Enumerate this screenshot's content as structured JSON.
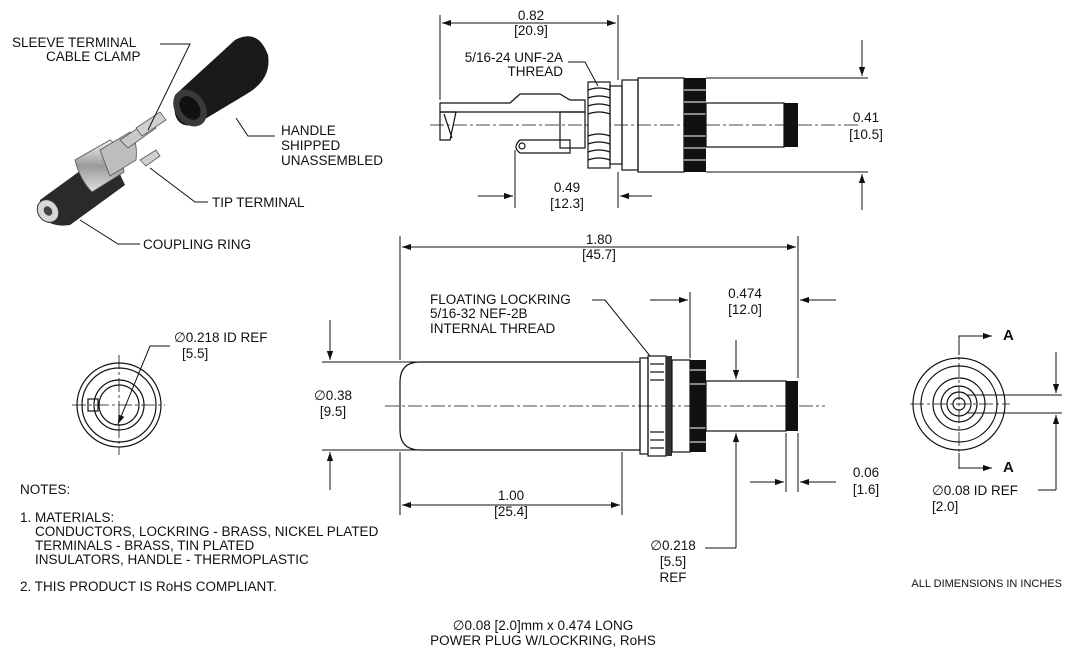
{
  "callouts": {
    "sleeve_terminal": "SLEEVE TERMINAL",
    "cable_clamp": "CABLE CLAMP",
    "handle": "HANDLE",
    "shipped": "SHIPPED",
    "unassembled": "UNASSEMBLED",
    "tip_terminal": "TIP TERMINAL",
    "coupling_ring": "COUPLING RING",
    "thread_1": "5/16-24 UNF-2A",
    "thread_2": "THREAD",
    "lockring_1": "FLOATING LOCKRING",
    "lockring_2": "5/16-32 NEF-2B",
    "lockring_3": "INTERNAL THREAD",
    "id_ref_label": "∅0.218 ID REF",
    "id_ref_mm": "[5.5]",
    "id_ref_small": "∅0.08 ID REF",
    "id_ref_small_mm": "[2.0]",
    "section_a_top": "A",
    "section_a_bottom": "A"
  },
  "dimensions": {
    "top_length_in": "0.82",
    "top_length_mm": "[20.9]",
    "top_dia_in": "0.41",
    "top_dia_mm": "[10.5]",
    "top_thread_len_in": "0.49",
    "top_thread_len_mm": "[12.3]",
    "overall_in": "1.80",
    "overall_mm": "[45.7]",
    "tip_len_in": "0.474",
    "tip_len_mm": "[12.0]",
    "body_dia_in": "∅0.38",
    "body_dia_mm": "[9.5]",
    "body_len_in": "1.00",
    "body_len_mm": "[25.4]",
    "tip_end_in": "0.06",
    "tip_end_mm": "[1.6]",
    "tip_dia_in": "∅0.218",
    "tip_dia_mm": "[5.5]",
    "tip_dia_ref": "REF"
  },
  "notes": {
    "heading": "NOTES:",
    "n1": "1. MATERIALS:",
    "n1a": "CONDUCTORS, LOCKRING - BRASS, NICKEL PLATED",
    "n1b": "TERMINALS - BRASS, TIN PLATED",
    "n1c": "INSULATORS, HANDLE - THERMOPLASTIC",
    "n2": "2. THIS PRODUCT IS RoHS COMPLIANT."
  },
  "units_note": "ALL DIMENSIONS IN INCHES",
  "title": {
    "line1": "∅0.08 [2.0]mm x 0.474 LONG",
    "line2": "POWER PLUG W/LOCKRING, RoHS"
  }
}
